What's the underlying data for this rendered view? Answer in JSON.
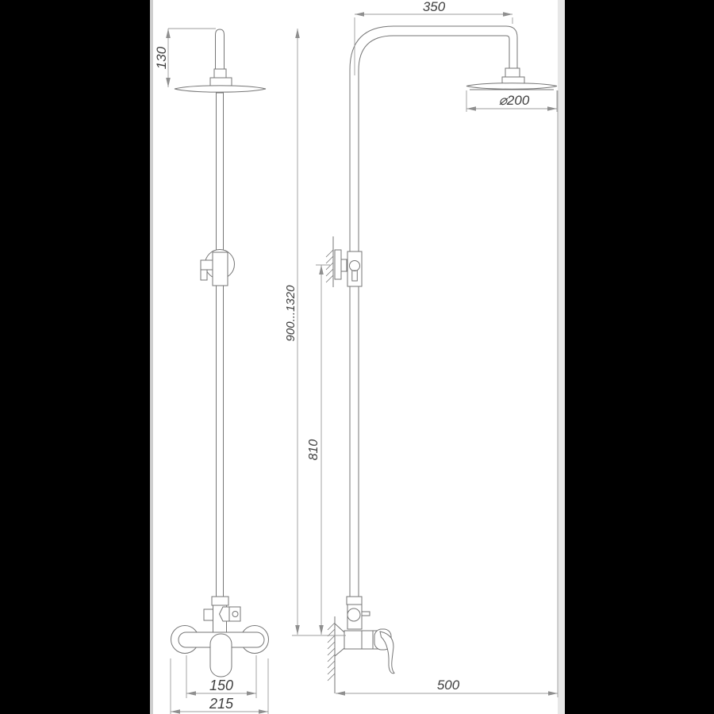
{
  "canvas": {
    "background": "#ffffff",
    "letterbox": "#000000",
    "edge_strip": "#e4e4e4"
  },
  "drawing": {
    "type": "technical-dimension-drawing",
    "subject": "shower column with rain head, diverter and wall mixer (front and side views)",
    "line_color": "#767676",
    "dim_color": "#9c9c9c",
    "text_color": "#3f3f3f",
    "dimensions": {
      "head_offset": "130",
      "arm_reach": "350",
      "head_diameter": "⌀200",
      "column_height": "900...1320",
      "bar_height": "810",
      "mixer_centers": "150",
      "mixer_width": "215",
      "reach": "500"
    }
  }
}
